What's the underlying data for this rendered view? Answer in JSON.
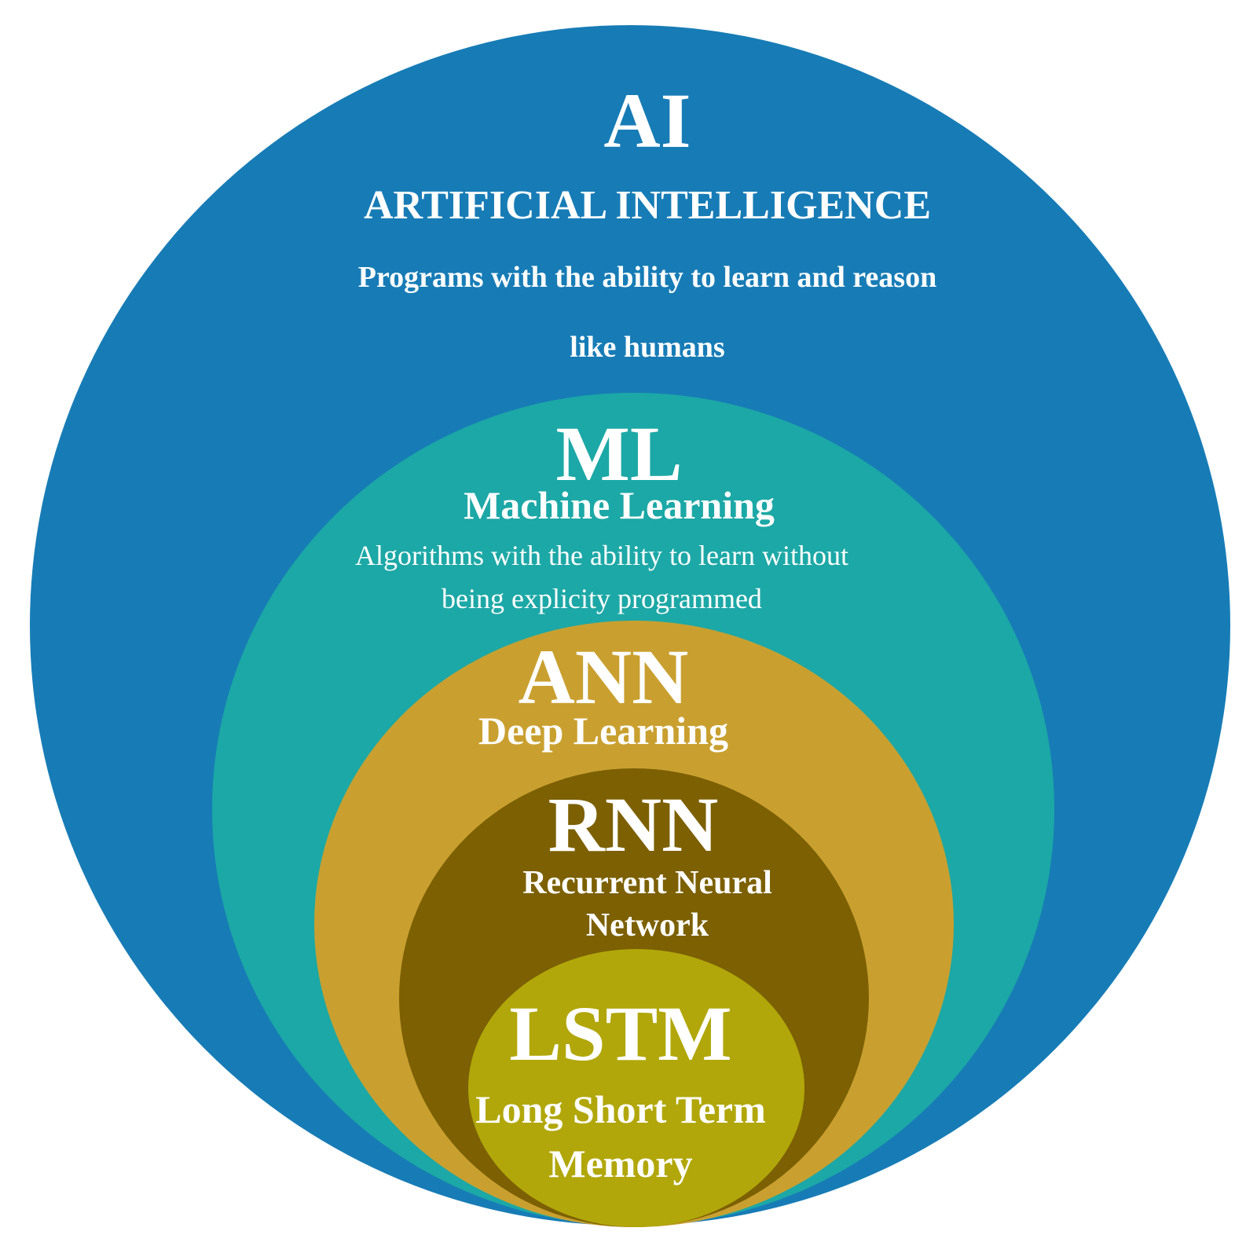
{
  "colors": {
    "ai": "#177cb6",
    "ml": "#1ca8a6",
    "ann": "#c9a030",
    "rnn": "#7c6002",
    "lstm": "#b1a70a",
    "text": "#ffffff"
  },
  "ai": {
    "abbr": "AI",
    "name": "ARTIFICIAL INTELLIGENCE",
    "desc_line1": "Programs with the ability to learn and reason",
    "desc_line2": "like humans"
  },
  "ml": {
    "abbr": "ML",
    "name": "Machine Learning",
    "desc_line1": "Algorithms with the ability to learn without",
    "desc_line2": "being explicity programmed"
  },
  "ann": {
    "abbr": "ANN",
    "name": "Deep Learning"
  },
  "rnn": {
    "abbr": "RNN",
    "name_line1": "Recurrent Neural",
    "name_line2": "Network"
  },
  "lstm": {
    "abbr": "LSTM",
    "name_line1": "Long Short Term",
    "name_line2": "Memory"
  }
}
